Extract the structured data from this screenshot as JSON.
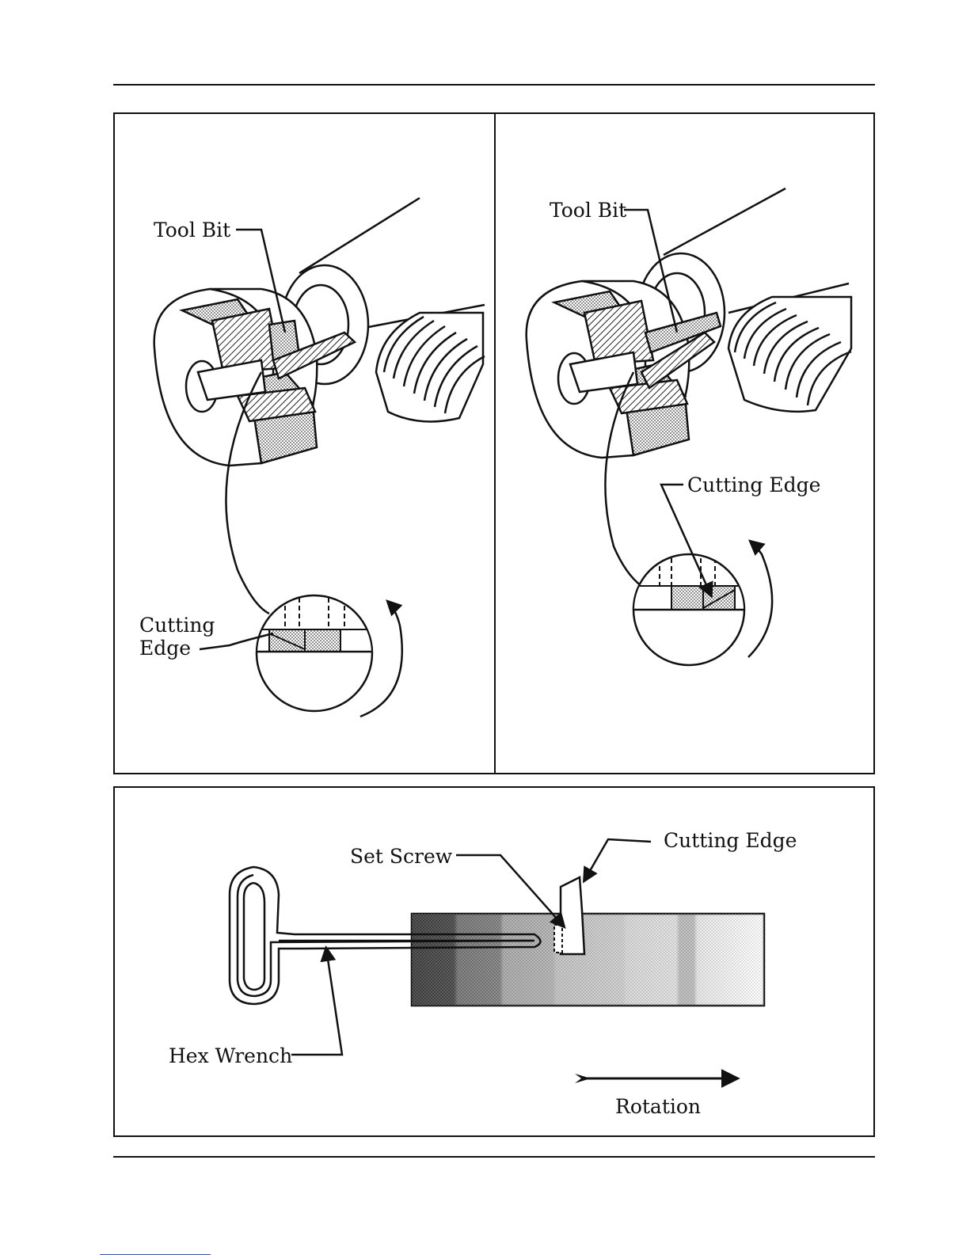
{
  "figures": {
    "left": {
      "tool_bit_label": "Tool Bit",
      "cutting_edge_label_line1": "Cutting",
      "cutting_edge_label_line2": "Edge"
    },
    "right": {
      "tool_bit_label": "Tool Bit",
      "cutting_edge_label": "Cutting Edge"
    },
    "bottom": {
      "set_screw_label": "Set Screw",
      "cutting_edge_label": "Cutting Edge",
      "hex_wrench_label": "Hex Wrench",
      "rotation_label": "Rotation"
    }
  },
  "colors": {
    "ink": "#111111",
    "shade_dark": "#1e1e1e",
    "shade_mid": "#6a6a6a",
    "shade_light": "#b5b5b5"
  }
}
